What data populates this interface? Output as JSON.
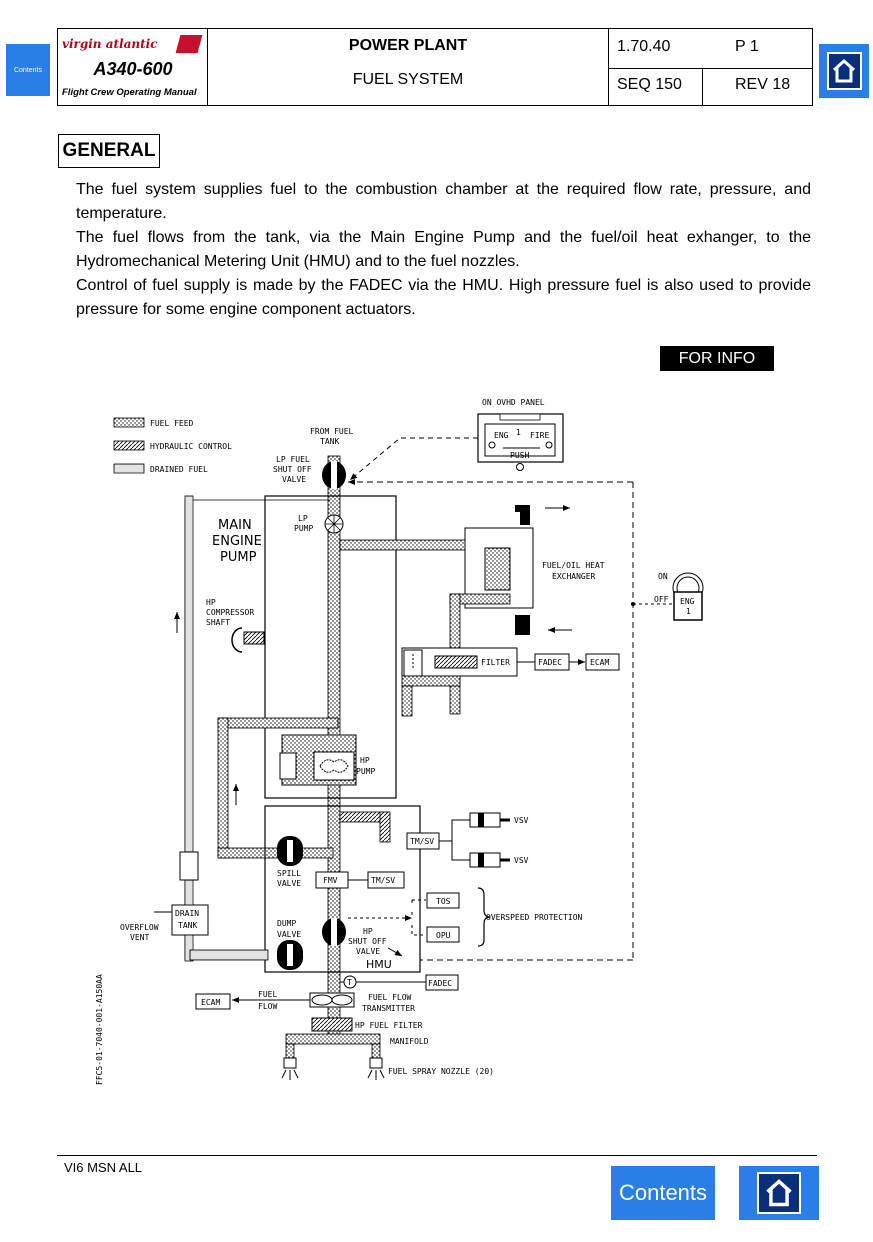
{
  "nav": {
    "contents_small": "Contents",
    "contents_large": "Contents"
  },
  "header": {
    "brand": "virgin atlantic",
    "model": "A340-600",
    "manual": "Flight Crew Operating Manual",
    "chapter": "POWER PLANT",
    "section": "FUEL SYSTEM",
    "ref": "1.70.40",
    "page": "P 1",
    "seq": "SEQ 150",
    "rev": "REV 18"
  },
  "general": {
    "heading": "GENERAL",
    "paragraphs": [
      "The fuel system supplies fuel to the combustion chamber at the required flow rate, pressure, and temperature.",
      "The fuel flows from the tank, via the Main Engine Pump and the fuel/oil heat exhanger, to the Hydromechanical Metering Unit (HMU) and to the fuel nozzles.",
      "Control of fuel supply is made by the FADEC via the HMU. High pressure fuel is also used to provide pressure for some engine component actuators."
    ]
  },
  "badge": "FOR INFO",
  "diagram": {
    "legend_fuel_feed": "FUEL FEED",
    "legend_hydraulic": "HYDRAULIC CONTROL",
    "legend_drained": "DRAINED FUEL",
    "ovhd_panel": "ON OVHD PANEL",
    "eng_label": "ENG",
    "eng_num": "1",
    "fire_label": "FIRE",
    "push_label": "PUSH",
    "from_fuel": "FROM FUEL",
    "tank": "TANK",
    "lp_fuel": "LP FUEL",
    "shut_off": "SHUT OFF",
    "valve": "VALVE",
    "main": "MAIN",
    "engine": "ENGINE",
    "pump": "PUMP",
    "lp": "LP",
    "pump_small": "PUMP",
    "hp_comp": "HP",
    "compressor": "COMPRESSOR",
    "shaft": "SHAFT",
    "heat1": "FUEL/OIL HEAT",
    "heat2": "EXCHANGER",
    "on": "ON",
    "off": "OFF",
    "eng_sw": "ENG",
    "eng_sw_num": "1",
    "filter": "FILTER",
    "fadec": "FADEC",
    "ecam": "ECAM",
    "hp": "HP",
    "hp_pump": "PUMP",
    "tm_sv": "TM/SV",
    "vsv1": "VSV",
    "vsv2": "VSV",
    "spill": "SPILL",
    "spill_valve": "VALVE",
    "fmv": "FMV",
    "tm_sv2": "TM/SV",
    "drain": "DRAIN",
    "drain_tank": "TANK",
    "overflow": "OVERFLOW",
    "vent": "VENT",
    "dump": "DUMP",
    "dump_valve": "VALVE",
    "hp2": "HP",
    "shut_off2": "SHUT OFF",
    "valve2": "VALVE",
    "hmu": "HMU",
    "tos": "TOS",
    "opu": "OPU",
    "overspeed": "OVERSPEED PROTECTION",
    "t": "T",
    "fadec2": "FADEC",
    "ecam2": "ECAM",
    "fuel": "FUEL",
    "flow": "FLOW",
    "ff_trans1": "FUEL FLOW",
    "ff_trans2": "TRANSMITTER",
    "hp_filter": "HP FUEL FILTER",
    "manifold": "MANIFOLD",
    "nozzle": "FUEL SPRAY NOZZLE (20)",
    "ref_code": "FFC5-01-7040-001-A150AA"
  },
  "footer": {
    "msn": "VI6 MSN ALL"
  }
}
